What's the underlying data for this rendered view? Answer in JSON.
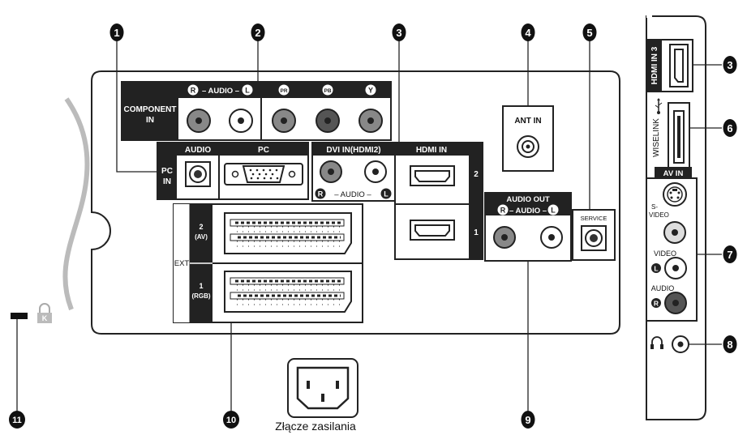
{
  "callouts": [
    "1",
    "2",
    "3",
    "4",
    "5",
    "6",
    "7",
    "8",
    "9",
    "10",
    "11"
  ],
  "back": {
    "component": {
      "title_line1": "COMPONENT",
      "title_line2": "IN",
      "audio_r": "R",
      "audio_label": "– AUDIO –",
      "audio_l": "L",
      "pr": "PR",
      "pb": "PB",
      "y": "Y"
    },
    "pc_in": {
      "label_line1": "PC",
      "label_line2": "IN",
      "audio": "AUDIO",
      "pc": "PC"
    },
    "dvi": {
      "title": "DVI IN(HDMI2)",
      "r": "R",
      "audio_label": "– AUDIO –",
      "l": "L"
    },
    "hdmi_in": {
      "title": "HDMI IN",
      "port2": "2",
      "port1": "1"
    },
    "ant_in": "ANT IN",
    "service": "SERVICE",
    "audio_out": {
      "title": "AUDIO OUT",
      "r": "R",
      "audio_label": "– AUDIO –",
      "l": "L"
    },
    "ext": {
      "label": "EXT",
      "port2_line1": "2",
      "port2_line2": "(AV)",
      "port1_line1": "1",
      "port1_line2": "(RGB)"
    },
    "power_caption": "Złącze zasilania",
    "kensington": "K"
  },
  "side": {
    "hdmi3": "HDMI IN 3",
    "wiselink": "WISELINK",
    "av_in": "AV IN",
    "svideo_line1": "S-",
    "svideo_line2": "VIDEO",
    "video": "VIDEO",
    "l": "L",
    "audio": "AUDIO",
    "r": "R"
  }
}
